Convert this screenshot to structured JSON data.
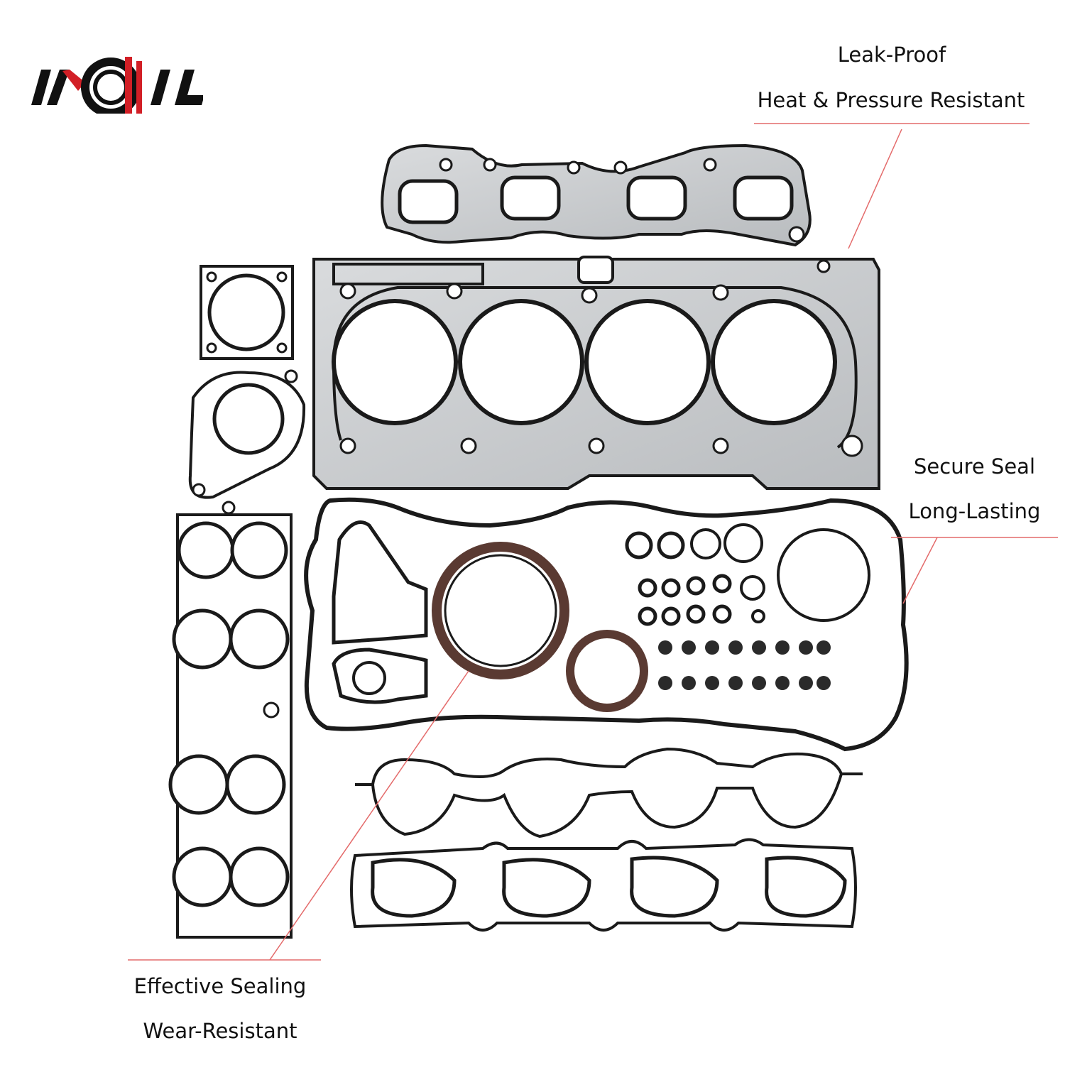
{
  "brand": {
    "logo_text": "IMOIL",
    "colors": {
      "black": "#111111",
      "red": "#d21f26"
    }
  },
  "callouts": {
    "top_right": {
      "line1": "Leak-Proof",
      "line2": "Heat & Pressure Resistant"
    },
    "middle_right": {
      "line1": "Secure Seal",
      "line2": "Long-Lasting"
    },
    "bottom_left": {
      "line1": "Effective Sealing",
      "line2": "Wear-Resistant"
    }
  },
  "accent_colors": {
    "leader_line": "#e46b6b",
    "gasket_black": "#1a1a1a",
    "steel": "#c9cbcd",
    "rubber_brown": "#5a3a32"
  },
  "icons": [
    "engine-gasket-kit-image",
    "brand-logo"
  ]
}
